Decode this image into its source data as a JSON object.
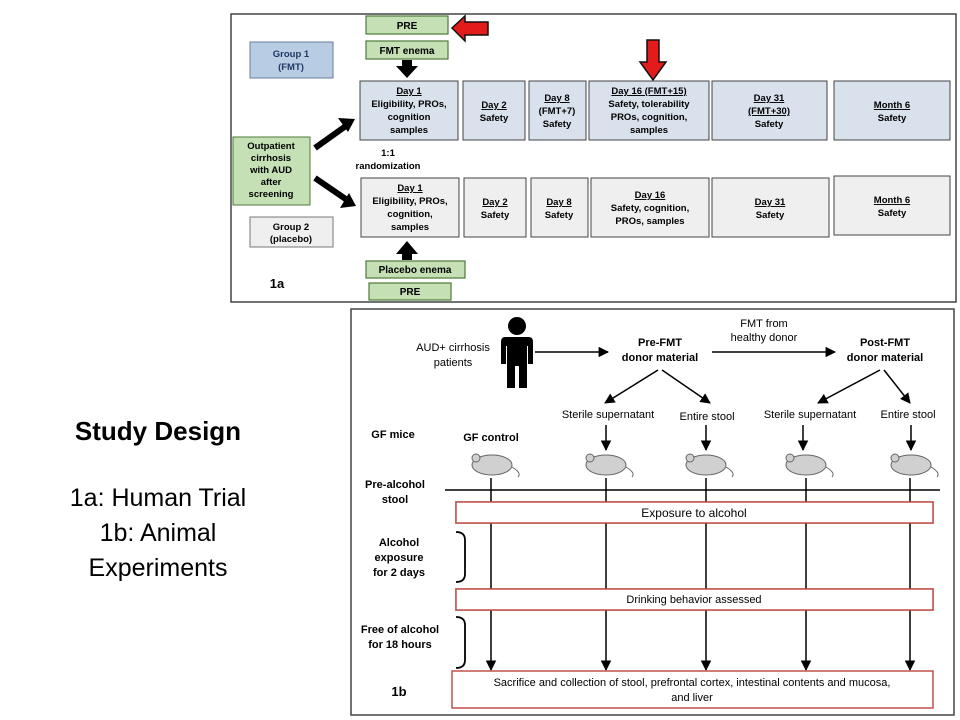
{
  "left_title": "Study Design",
  "left_lines": [
    "1a: Human Trial",
    "1b: Animal",
    "Experiments"
  ],
  "colors": {
    "group1_fill": "#b8cce4",
    "group1_stroke": "#6a7f99",
    "day_fill_fmt": "#d9e1ec",
    "day_fill_placebo": "#efefef",
    "green_fill": "#c5e0b4",
    "green_stroke": "#4e7a3a",
    "red_arrow": "#e31b1b",
    "pink_stroke": "#c0504d"
  },
  "fig1a": {
    "label": "1a",
    "pre_top": "PRE",
    "fmt_enema": "FMT enema",
    "group1": [
      "Group 1",
      "(FMT)"
    ],
    "group2": [
      "Group 2",
      "(placebo)"
    ],
    "outpatient": [
      "Outpatient",
      "cirrhosis",
      "with AUD",
      "after",
      "screening"
    ],
    "randomization": [
      "1:1",
      "randomization"
    ],
    "placebo_enema": "Placebo enema",
    "pre_bottom": "PRE",
    "top_row": [
      {
        "head": "Day 1",
        "body": [
          "Eligibility, PROs,",
          "cognition",
          "samples"
        ]
      },
      {
        "head": "Day 2",
        "body": [
          "Safety"
        ]
      },
      {
        "head": "Day 8",
        "body": [
          "(FMT+7)",
          "Safety"
        ]
      },
      {
        "head": "Day 16 (FMT+15)",
        "body": [
          "Safety, tolerability",
          "PROs, cognition,",
          "samples"
        ]
      },
      {
        "head": "Day 31",
        "body": [
          "(FMT+30)",
          "Safety"
        ]
      },
      {
        "head": "Month 6",
        "body": [
          "Safety"
        ]
      }
    ],
    "bottom_row": [
      {
        "head": "Day 1",
        "body": [
          "Eligibility, PROs,",
          "cognition,",
          "samples"
        ]
      },
      {
        "head": "Day 2",
        "body": [
          "Safety"
        ]
      },
      {
        "head": "Day 8",
        "body": [
          "Safety"
        ]
      },
      {
        "head": "Day 16",
        "body": [
          "Safety, cognition,",
          "PROs, samples"
        ]
      },
      {
        "head": "Day 31",
        "body": [
          "Safety"
        ]
      },
      {
        "head": "Month 6",
        "body": [
          "Safety"
        ]
      }
    ]
  },
  "fig1b": {
    "label": "1b",
    "patients": [
      "AUD+ cirrhosis",
      "patients"
    ],
    "pre_fmt": [
      "Pre-FMT",
      "donor material"
    ],
    "fmt_from": [
      "FMT from",
      "healthy donor"
    ],
    "post_fmt": [
      "Post-FMT",
      "donor material"
    ],
    "sterile_1": "Sterile supernatant",
    "entire_1": "Entire stool",
    "sterile_2": "Sterile supernatant",
    "entire_2": "Entire stool",
    "gf_mice": "GF mice",
    "gf_control": "GF control",
    "pre_alcohol": [
      "Pre-alcohol",
      "stool"
    ],
    "exposure_box": "Exposure to alcohol",
    "alcohol_exposure": [
      "Alcohol",
      "exposure",
      "for 2 days"
    ],
    "drinking_box": "Drinking behavior assessed",
    "free_alcohol": [
      "Free of alcohol",
      "for 18 hours"
    ],
    "sacrifice_box": [
      "Sacrifice and collection of stool, prefrontal cortex, intestinal contents and mucosa,",
      "and liver"
    ]
  }
}
